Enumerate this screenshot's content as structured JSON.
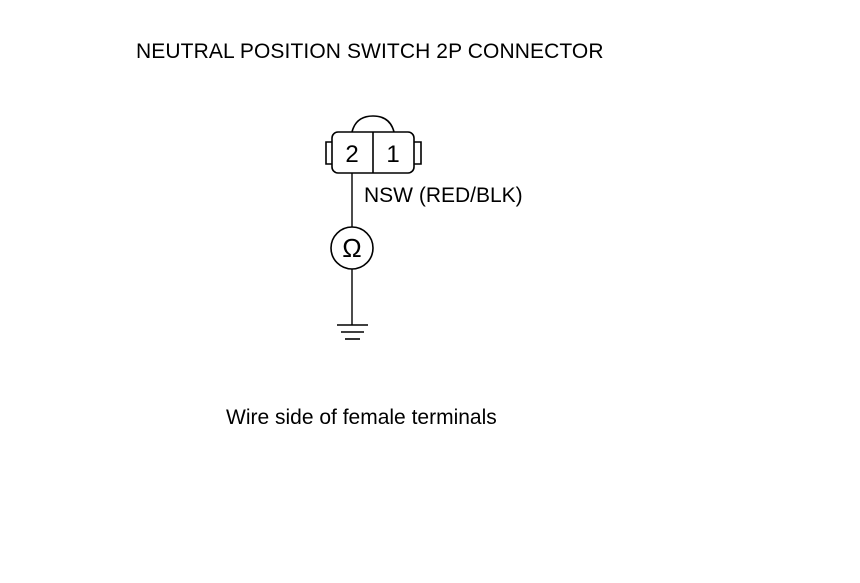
{
  "diagram": {
    "title": "NEUTRAL POSITION SWITCH 2P CONNECTOR",
    "connector": {
      "terminals": [
        "2",
        "1"
      ]
    },
    "wire_label": "NSW (RED/BLK)",
    "meter_symbol": "Ω",
    "caption": "Wire side of female terminals",
    "icons": {
      "meter": "ohmmeter-icon",
      "ground": "ground-icon"
    }
  }
}
